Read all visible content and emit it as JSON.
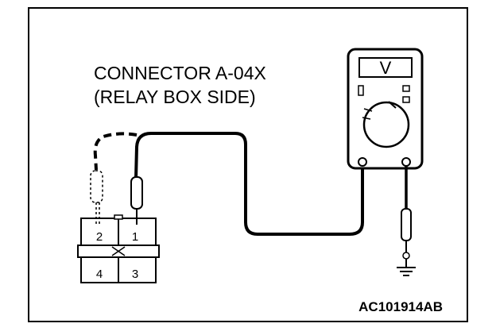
{
  "connector": {
    "title_line1": "CONNECTOR A-04X",
    "title_line2": "(RELAY BOX SIDE)",
    "pins": [
      "2",
      "1",
      "4",
      "3"
    ]
  },
  "meter": {
    "mode_symbol": "V"
  },
  "figure": {
    "code": "AC101914AB"
  }
}
